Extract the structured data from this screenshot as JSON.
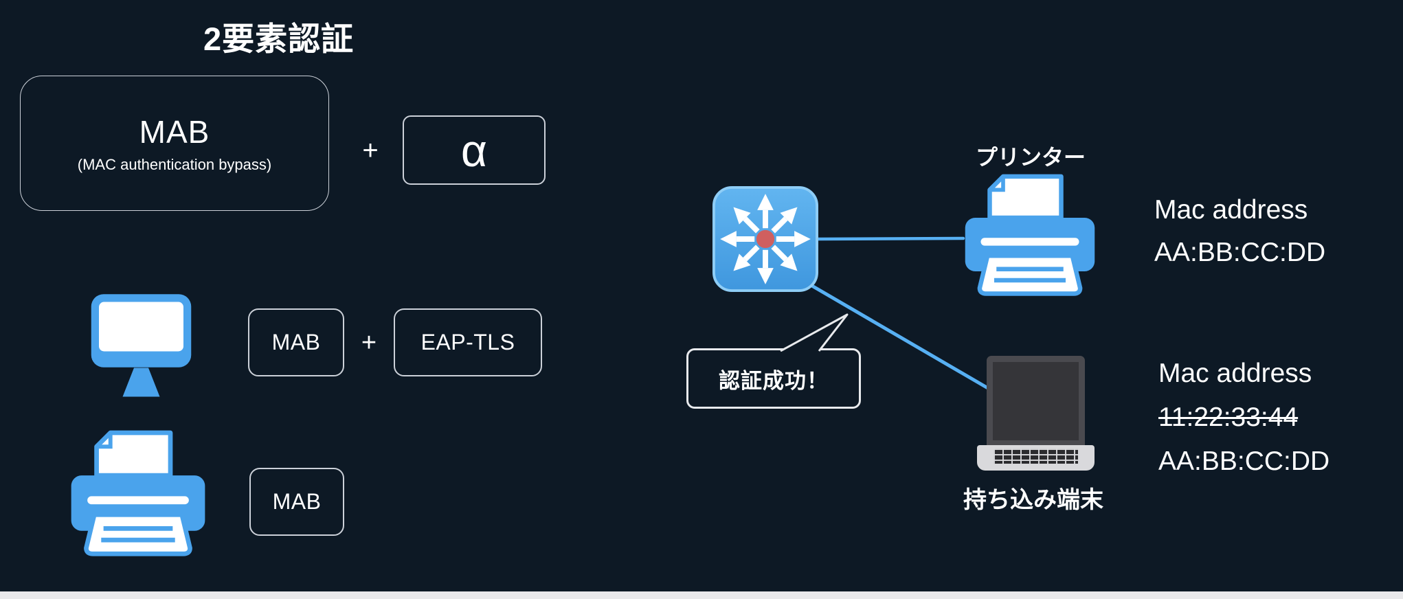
{
  "title": "2要素認証",
  "mab_card": {
    "title": "MAB",
    "subtitle": "(MAC authentication bypass)"
  },
  "operators": {
    "plus_top": "+",
    "plus_pc_row": "+"
  },
  "alpha_card": {
    "label": "α"
  },
  "pc_row": {
    "badge_mab": "MAB",
    "badge_eap_tls": "EAP-TLS"
  },
  "printer_row": {
    "badge_mab": "MAB"
  },
  "network": {
    "printer_label": "プリンター",
    "printer_mac": {
      "line1": "Mac address",
      "line2": "AA:BB:CC:DD"
    },
    "speech_bubble": "認証成功！",
    "laptop_label": "持ち込み端末",
    "laptop_mac": {
      "line1": "Mac address",
      "old": "11:22:33:44",
      "new": "AA:BB:CC:DD"
    }
  },
  "icons": {
    "monitor": "pc-monitor-icon",
    "printer_left": "printer-icon",
    "switch": "network-switch-icon",
    "printer_right": "printer-icon",
    "laptop": "laptop-icon"
  },
  "colors": {
    "background": "#0d1925",
    "device_blue": "#4aa3ec",
    "switch_blue_top": "#62b5f0",
    "switch_blue_bottom": "#3f97de",
    "switch_center_red": "#d05f5f",
    "link_line_blue": "#57b0f3",
    "box_border": "#ccd1d9",
    "bubble_border": "#e8eaed",
    "text": "#ffffff"
  }
}
